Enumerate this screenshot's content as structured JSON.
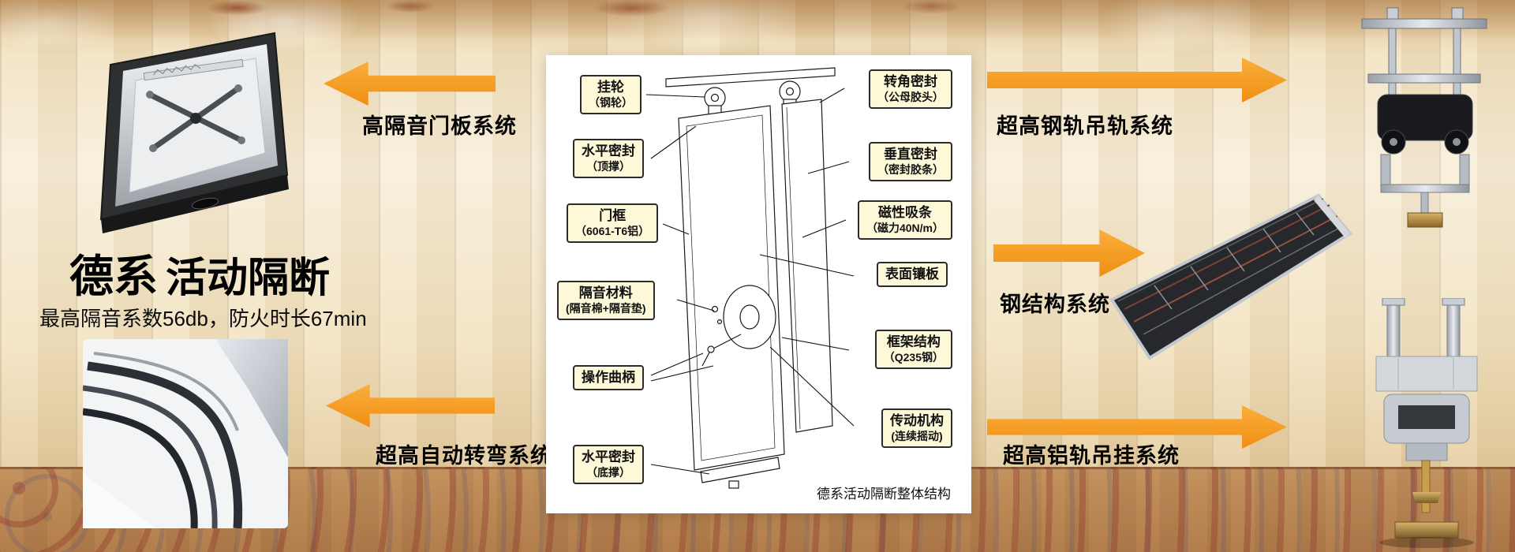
{
  "brand": {
    "name": "德系",
    "category": "活动隔断",
    "subtitle": "最高隔音系数56db，防火时长67min"
  },
  "systems": {
    "door_panel": "高隔音门板系统",
    "auto_turn": "超高自动转弯系统",
    "steel_rail": "超高钢轨吊轨系统",
    "steel_structure": "钢结构系统",
    "alu_rail": "超高铝轨吊挂系统"
  },
  "diagram": {
    "caption": "德系活动隔断整体结构",
    "callouts_left": [
      {
        "title": "挂轮",
        "detail": "（钢轮）"
      },
      {
        "title": "水平密封",
        "detail": "（顶撑）"
      },
      {
        "title": "门框",
        "detail": "（6061-T6铝）"
      },
      {
        "title": "隔音材料",
        "detail": "(隔音棉+隔音垫)"
      },
      {
        "title": "操作曲柄"
      },
      {
        "title": "水平密封",
        "detail": "（底撑）"
      }
    ],
    "callouts_right": [
      {
        "title": "转角密封",
        "detail": "（公母胶头）"
      },
      {
        "title": "垂直密封",
        "detail": "（密封胶条）"
      },
      {
        "title": "磁性吸条",
        "detail": "（磁力40N/m）"
      },
      {
        "title": "表面镶板"
      },
      {
        "title": "框架结构",
        "detail": "（Q235钢）"
      },
      {
        "title": "传动机构",
        "detail": "(连续摇动)"
      }
    ]
  },
  "colors": {
    "arrow_orange": "#F6A01E",
    "callout_bg": "#FDF8D8",
    "panel_bg": "#FFFFFF"
  }
}
